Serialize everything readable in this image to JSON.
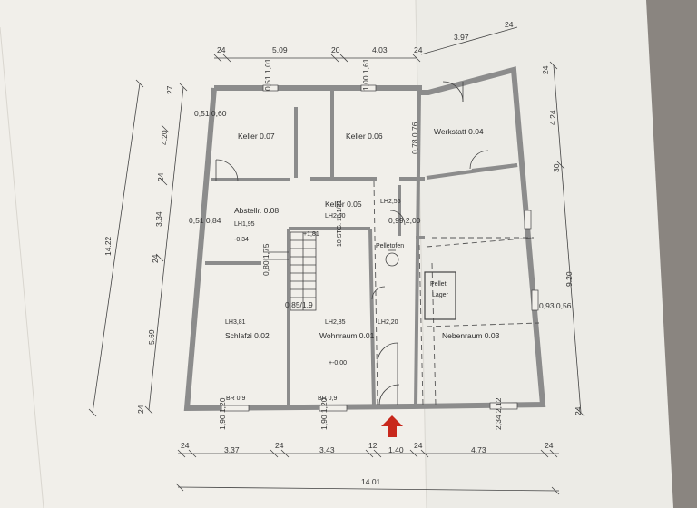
{
  "rooms": {
    "keller07": "Keller 0.07",
    "keller06": "Keller 0.06",
    "werkstatt": "Werkstatt 0.04",
    "abstellr": "Abstellr. 0.08",
    "abstellr_lh": "LH1,95",
    "abstellr_level": "-0,34",
    "keller05": "Keller 0.05",
    "keller05_lh": "LH2,00",
    "lh256": "LH2,56",
    "pelletofen": "Pelletofen",
    "pellet": "Pellet",
    "lager": "Lager",
    "schlafzi_lh": "LH3,81",
    "schlafzi": "Schlafzi 0.02",
    "wohnraum_lh": "LH2,85",
    "wohnraum": "Wohnraum 0.01",
    "wohnraum_level": "+-0,00",
    "lh220": "LH2,20",
    "nebenraum": "Nebenraum 0.03",
    "stair": "10 STG. 18,1/21",
    "stair_top": "+1,81",
    "br1": "BR 0,9",
    "br2": "BR 0,9"
  },
  "top_dims": [
    "24",
    "5.09",
    "20",
    "4.03",
    "24",
    "3.97",
    "24"
  ],
  "bottom_dims": [
    "24",
    "3.37",
    "24",
    "3.43",
    "12",
    "1.40",
    "24",
    "4.73",
    "24"
  ],
  "total_width": "14.01",
  "left_dims": [
    "27",
    "4.20",
    "24",
    "3.34",
    "24",
    "5.69",
    "24"
  ],
  "left_total": "14.22",
  "right_dims": [
    "24",
    "4.24",
    "30",
    "9.20",
    "24"
  ],
  "openings": {
    "o1": "0,51 0,60",
    "o2": "0,51 0,84",
    "o3": "0,80 1,75",
    "o4": "0,85/1,9",
    "o5": "0,78 0,76",
    "o6": "0,99 2,00",
    "o7": "0,93 0,56",
    "o8": "1,90 1,20",
    "o9": "1,90 1,20",
    "o10": "2,34 2,12",
    "o11": "0,51 1,01",
    "o12": "1,00 1,61"
  },
  "colors": {
    "paper": "#f1efea",
    "wall": "#8c8c8c",
    "arrow": "#c8281c"
  }
}
